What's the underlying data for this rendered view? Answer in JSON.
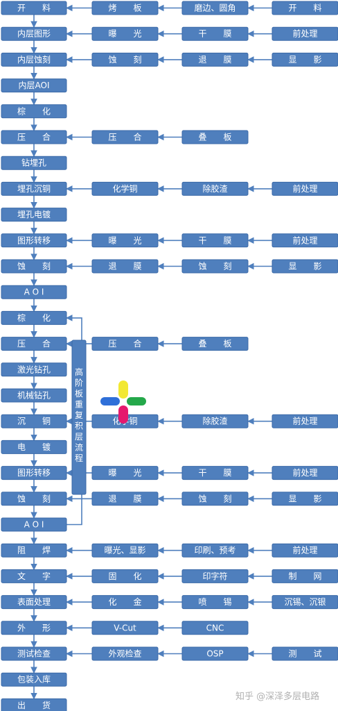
{
  "main_steps": [
    "开　　料",
    "内层图形",
    "内层蚀刻",
    "内层AOI",
    "棕　　化",
    "压　　合",
    "钻埋孔",
    "埋孔沉铜",
    "埋孔电镀",
    "图形转移",
    "蚀　　刻",
    "A O I",
    "棕　　化",
    "压　　合",
    "激光钻孔",
    "机械钻孔",
    "沉　　铜",
    "电　　镀",
    "图形转移",
    "蚀　　刻",
    "A O I",
    "阻　　焊",
    "文　　字",
    "表面处理",
    "外　　形",
    "测试检查",
    "包装入库",
    "出　　货"
  ],
  "sub_rows": [
    {
      "step": 0,
      "cells": [
        "烤　　板",
        "磨边、圆角",
        "开　　料"
      ]
    },
    {
      "step": 1,
      "cells": [
        "曝　　光",
        "干　　膜",
        "前处理"
      ]
    },
    {
      "step": 2,
      "cells": [
        "蚀　　刻",
        "退　　膜",
        "显　　影"
      ]
    },
    {
      "step": 5,
      "cells": [
        "压　　合",
        "叠　　板",
        ""
      ]
    },
    {
      "step": 7,
      "cells": [
        "化学铜",
        "除胶渣",
        "前处理"
      ]
    },
    {
      "step": 9,
      "cells": [
        "曝　　光",
        "干　　膜",
        "前处理"
      ]
    },
    {
      "step": 10,
      "cells": [
        "退　　膜",
        "蚀　　刻",
        "显　　影"
      ]
    },
    {
      "step": 13,
      "cells": [
        "压　　合",
        "叠　　板",
        ""
      ]
    },
    {
      "step": 16,
      "cells": [
        "化学铜",
        "除胶渣",
        "前处理"
      ]
    },
    {
      "step": 18,
      "cells": [
        "曝　　光",
        "干　　膜",
        "前处理"
      ]
    },
    {
      "step": 19,
      "cells": [
        "退　　膜",
        "蚀　　刻",
        "显　　影"
      ]
    },
    {
      "step": 21,
      "cells": [
        "曝光、显影",
        "印刷、预考",
        "前处理"
      ]
    },
    {
      "step": 22,
      "cells": [
        "固　　化",
        "印字符",
        "制　　网"
      ]
    },
    {
      "step": 23,
      "cells": [
        "化　　金",
        "喷　　锡",
        "沉锡、沉银"
      ]
    },
    {
      "step": 24,
      "cells": [
        "V-Cut",
        "CNC",
        ""
      ]
    },
    {
      "step": 25,
      "cells": [
        "外观检查",
        "OSP",
        "测　　试"
      ]
    }
  ],
  "side_label": "高阶板重复积层流程",
  "watermark": "知乎 @深泽多层电路",
  "colors": {
    "box": "#4f7fbd",
    "line": "#4f7fbd",
    "text": "#ffffff"
  }
}
